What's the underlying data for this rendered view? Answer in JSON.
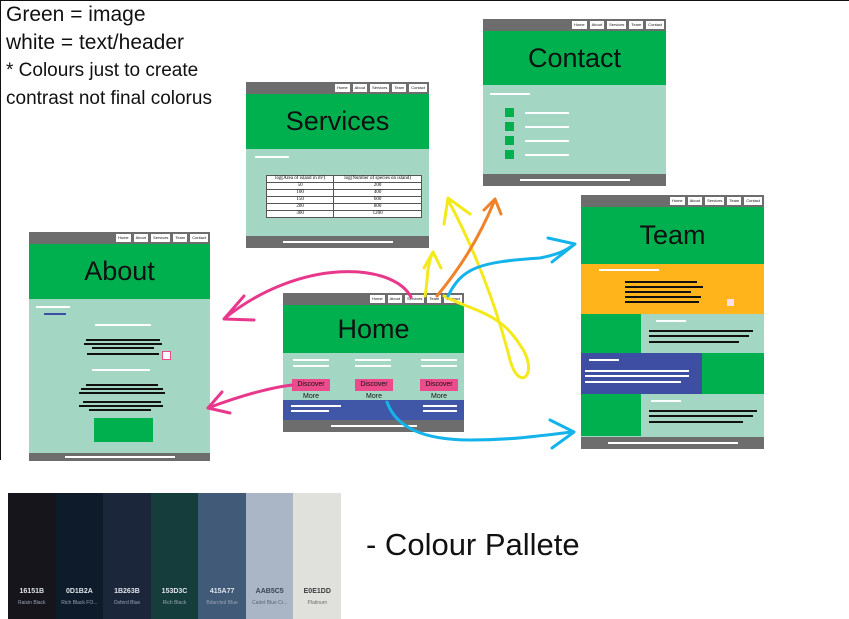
{
  "notes": {
    "line1": "Green = image",
    "line2": "white = text/header",
    "line3": "* Colours just to create",
    "line4": "contrast not final colorus"
  },
  "nav_items": [
    "Home",
    "About",
    "Services",
    "Team",
    "Contact"
  ],
  "pages": {
    "services": {
      "title": "Services"
    },
    "contact": {
      "title": "Contact"
    },
    "about": {
      "title": "About"
    },
    "home": {
      "title": "Home",
      "discover_label": "Discover More"
    },
    "team": {
      "title": "Team"
    }
  },
  "services_table": {
    "headers": [
      "log(Area of island in m²)",
      "log(Number of species on island)"
    ],
    "rows": [
      [
        "50",
        "200"
      ],
      [
        "100",
        "400"
      ],
      [
        "150",
        "600"
      ],
      [
        "200",
        "800"
      ],
      [
        "300",
        "1200"
      ]
    ]
  },
  "palette": {
    "caption": "- Colour Pallete",
    "swatches": [
      {
        "hex": "16151B",
        "name": "Raisin Black",
        "color": "#16151b"
      },
      {
        "hex": "0D1B2A",
        "name": "Rich Black FO...",
        "color": "#0d1b2a"
      },
      {
        "hex": "1B263B",
        "name": "Oxford Blue",
        "color": "#1b263b"
      },
      {
        "hex": "153D3C",
        "name": "Rich Black",
        "color": "#153d3c"
      },
      {
        "hex": "415A77",
        "name": "Bdarcted Blue",
        "color": "#415a77"
      },
      {
        "hex": "AAB5C5",
        "name": "Cadet Blue Cr...",
        "color": "#aab5c5"
      },
      {
        "hex": "E0E1DD",
        "name": "Platinum",
        "color": "#e0e1dd"
      }
    ]
  },
  "colors": {
    "image_green": "#00b04f",
    "page_mint": "#a3d7c3",
    "nav_grey": "#6d6d6d",
    "team_orange": "#ffb41b",
    "team_blue": "#3e4fa3",
    "home_blue": "#4057a8",
    "button_pink": "#ec4b8c",
    "arrow_pink": "#e8388b",
    "arrow_cyan": "#14b4ea",
    "arrow_yellow": "#f4e91b",
    "arrow_orange": "#f0822b"
  }
}
